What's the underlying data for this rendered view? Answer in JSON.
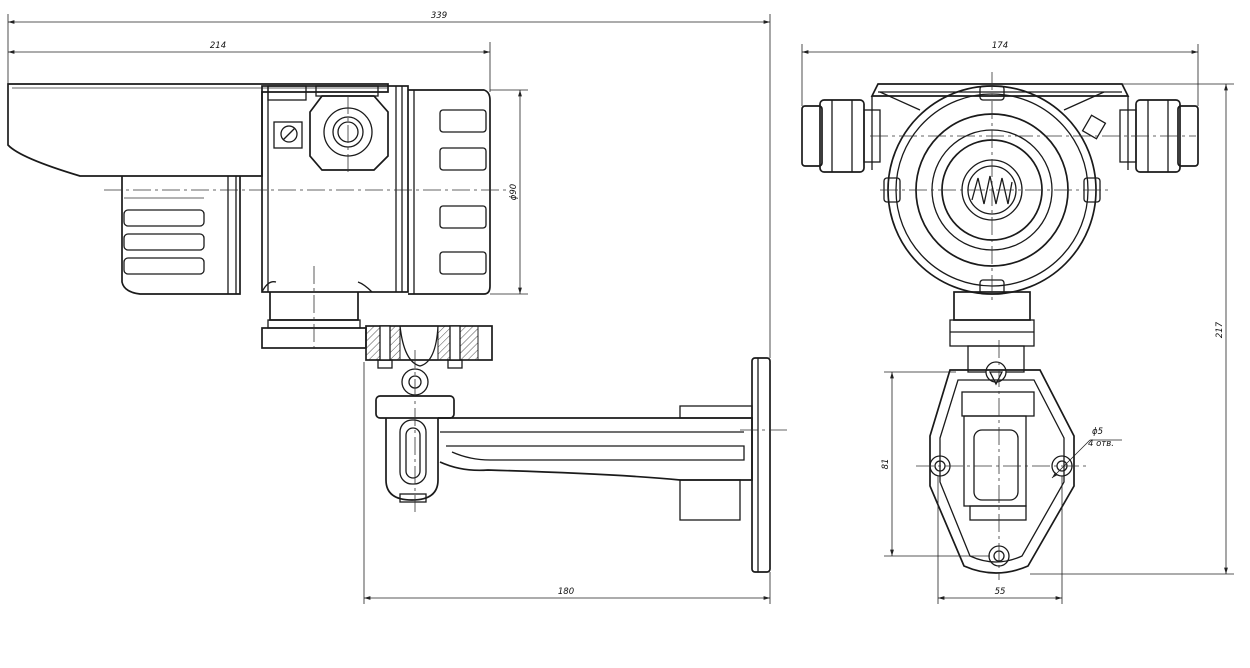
{
  "dimensions": {
    "overall_length": "339",
    "housing_length": "214",
    "housing_diameter": "ϕ90",
    "bracket_reach": "180",
    "front_width": "174",
    "total_height": "217",
    "mount_hole_spacing_vertical": "81",
    "mount_hole_spacing_horizontal": "55",
    "hole_diameter": "ϕ5",
    "hole_count_note": "4 отв."
  }
}
